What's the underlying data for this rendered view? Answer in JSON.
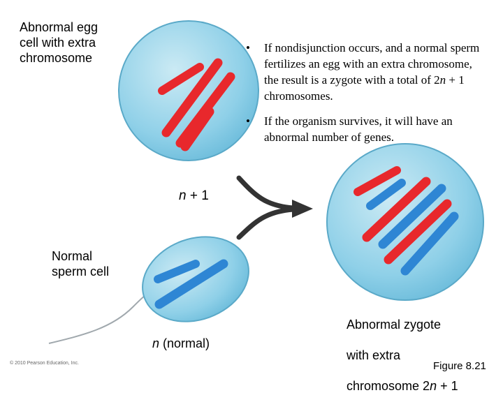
{
  "labels": {
    "egg": "Abnormal egg\ncell with extra\nchromosome",
    "sperm": "Normal\nsperm cell",
    "zygote_line1": "Abnormal zygote",
    "zygote_line2": "with extra",
    "zygote_line3_prefix": "chromosome 2",
    "n_plus_1_n": "n",
    "n_plus_1_rest": " + 1",
    "n_normal_n": "n",
    "n_normal_rest": " (normal)",
    "zygote_n": "n",
    "zygote_rest": " + 1",
    "figure": "Figure 8.21",
    "copyright": "© 2010 Pearson Education, Inc."
  },
  "bullets": [
    {
      "dot": "•",
      "pre": "If nondisjunction occurs, and a normal sperm fertilizes an egg with an extra chromosome, the result is a zygote with a total of 2",
      "n": "n",
      "post": " + 1 chromosomes."
    },
    {
      "dot": "•",
      "pre": "If the organism survives, it will have an abnormal number of genes.",
      "n": "",
      "post": ""
    }
  ],
  "colors": {
    "cell_fill": "#8fd0e8",
    "cell_edge": "#5aa9c8",
    "maternal_chromosome": "#e8282c",
    "paternal_chromosome": "#2e86d4",
    "arrow": "#333333"
  }
}
